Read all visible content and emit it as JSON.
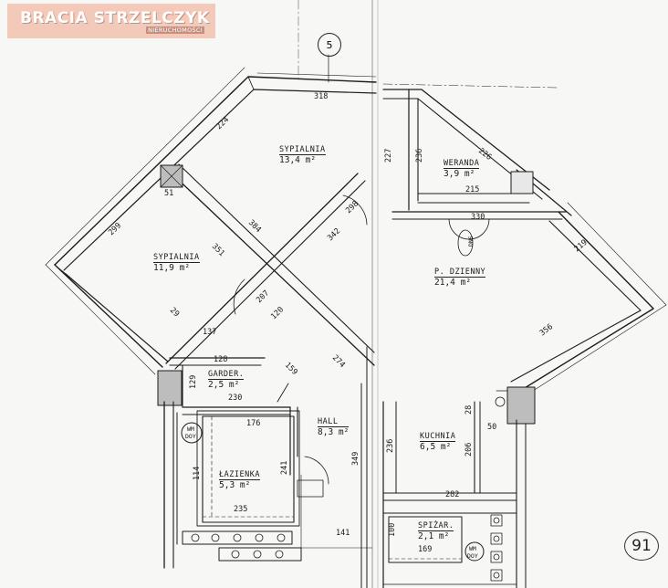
{
  "logo": {
    "name": "BRACIA STRZELCZYK",
    "subtitle": "NIERUCHOMOŚCI"
  },
  "axis_marker": "5",
  "sheet_number": "91",
  "rooms": [
    {
      "id": "sypialnia-1",
      "name": "SYPIALNIA",
      "area": "13,4 m²"
    },
    {
      "id": "sypialnia-2",
      "name": "SYPIALNIA",
      "area": "11,9 m²"
    },
    {
      "id": "weranda",
      "name": "WERANDA",
      "area": "3,9 m²"
    },
    {
      "id": "pokoj-dzienny",
      "name": "P. DZIENNY",
      "area": "21,4 m²"
    },
    {
      "id": "garder",
      "name": "GARDER.",
      "area": "2,5 m²"
    },
    {
      "id": "hall",
      "name": "HALL",
      "area": "8,3 m²"
    },
    {
      "id": "kuchnia",
      "name": "KUCHNIA",
      "area": "6,5 m²"
    },
    {
      "id": "lazienka",
      "name": "ŁAZIENKA",
      "area": "5,3 m²"
    },
    {
      "id": "spizarnia",
      "name": "SPIŻAR.",
      "area": "2,1 m²"
    }
  ],
  "dimensions": [
    "318",
    "224",
    "299",
    "384",
    "351",
    "298",
    "342",
    "236",
    "227",
    "226",
    "215",
    "330",
    "219",
    "356",
    "137",
    "128",
    "129",
    "159",
    "230",
    "176",
    "114",
    "241",
    "235",
    "141",
    "349",
    "206",
    "236",
    "282",
    "100",
    "169",
    "50",
    "28",
    "51",
    "29",
    "274",
    "207",
    "120"
  ],
  "vent_labels": [
    "WM",
    "DOY"
  ],
  "door_label": "DNS"
}
